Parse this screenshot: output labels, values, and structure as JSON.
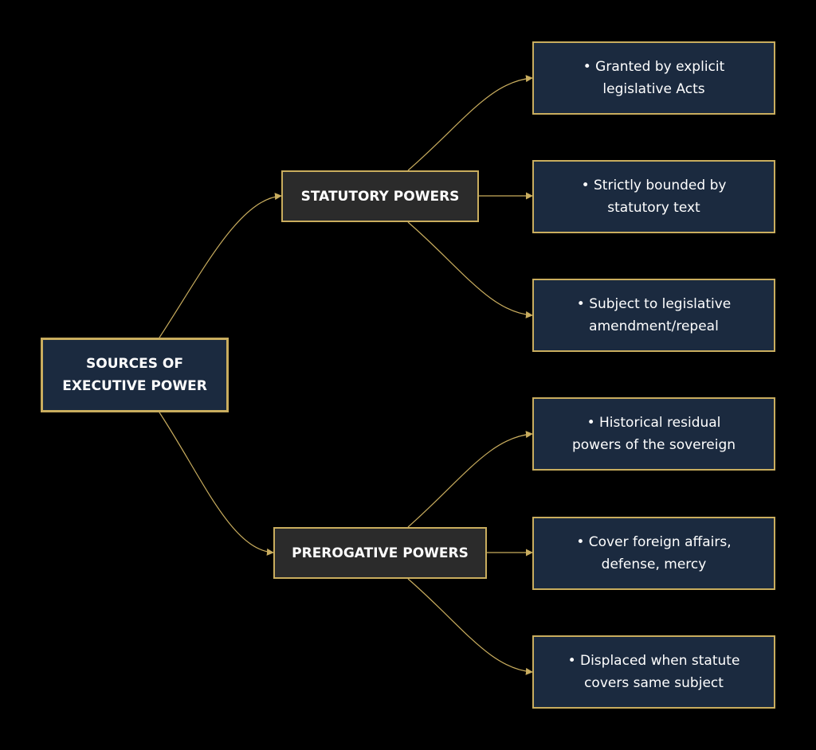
{
  "root": {
    "line1": "SOURCES OF",
    "line2": "EXECUTIVE POWER"
  },
  "branches": [
    {
      "label": "STATUTORY POWERS",
      "leaves": [
        {
          "text": "• Granted by explicit legislative Acts"
        },
        {
          "text": "• Strictly bounded by statutory text"
        },
        {
          "text": "• Subject to legislative amendment/repeal"
        }
      ]
    },
    {
      "label": "PREROGATIVE POWERS",
      "leaves": [
        {
          "text": "• Historical residual powers of the sovereign"
        },
        {
          "text": "• Cover foreign affairs, defense, mercy"
        },
        {
          "text": "• Displaced when statute covers same subject"
        }
      ]
    }
  ],
  "colors": {
    "background": "#000000",
    "root_fill": "#1b2a3f",
    "branch_fill": "#2b2b2b",
    "leaf_fill": "#1b2a3f",
    "border": "#c9ad5e",
    "connector": "#c9ad5e",
    "text": "#ffffff"
  }
}
